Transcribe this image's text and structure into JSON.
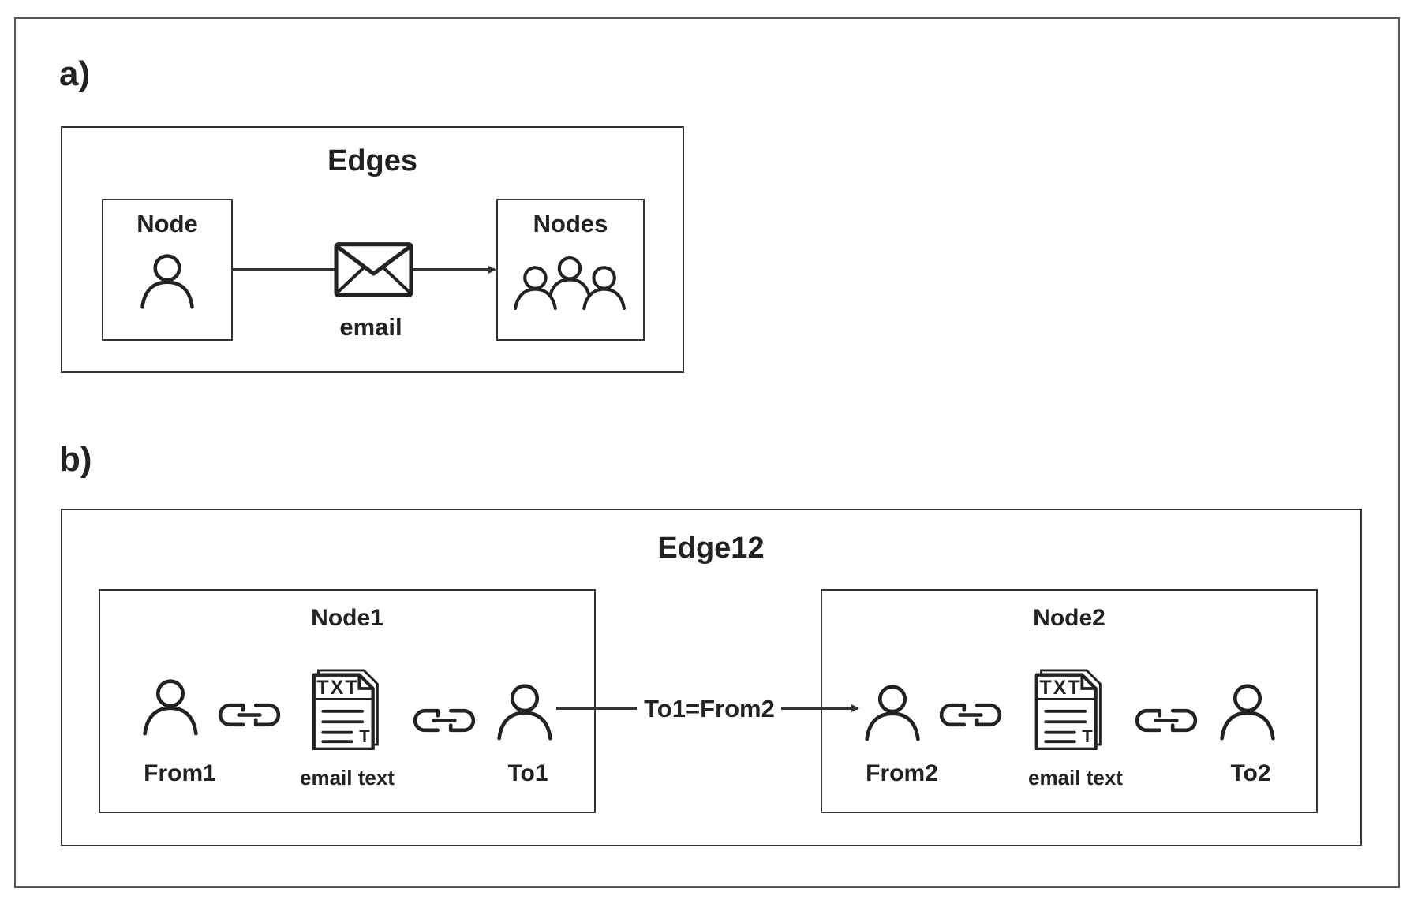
{
  "panel_a": {
    "label": "a)",
    "title": "Edges",
    "sender": {
      "title": "Node",
      "icon": "person-icon"
    },
    "message": {
      "label": "email",
      "icon": "envelope-icon"
    },
    "receivers": {
      "title": "Nodes",
      "icon": "group-icon"
    }
  },
  "panel_b": {
    "label": "b)",
    "title": "Edge12",
    "node1": {
      "title": "Node1",
      "from": "From1",
      "doc": "email text",
      "to": "To1"
    },
    "connector_label": "To1=From2",
    "node2": {
      "title": "Node2",
      "from": "From2",
      "doc": "email text",
      "to": "To2"
    },
    "doc_badge": "TXT",
    "doc_corner": "T",
    "icons": [
      "person-icon",
      "link-icon",
      "txt-document-icon",
      "arrow-icon"
    ]
  },
  "colors": {
    "stroke": "#222222",
    "line": "#333333",
    "frame": "#555555"
  }
}
